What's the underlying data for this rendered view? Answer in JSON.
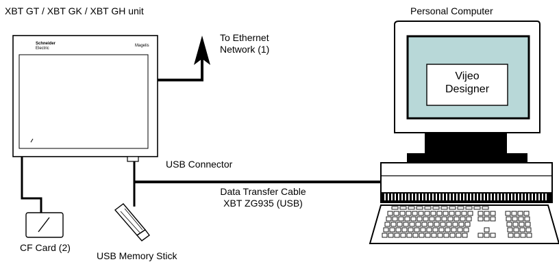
{
  "labels": {
    "unit_title": "XBT GT / XBT GK / XBT GH unit",
    "pc_title": "Personal Computer",
    "ethernet_line1": "To Ethernet",
    "ethernet_line2": "Network (1)",
    "usb_connector": "USB Connector",
    "cable_line1": "Data Transfer Cable",
    "cable_line2": "XBT ZG935 (USB)",
    "cf_card": "CF Card (2)",
    "usb_stick": "USB Memory Stick"
  },
  "terminal": {
    "brand_line1": "Schneider",
    "brand_line2": "Electric",
    "model_badge": "Magelis"
  },
  "monitor": {
    "app_line1": "Vijeo",
    "app_line2": "Designer",
    "screen_color": "#b8d8d8"
  }
}
